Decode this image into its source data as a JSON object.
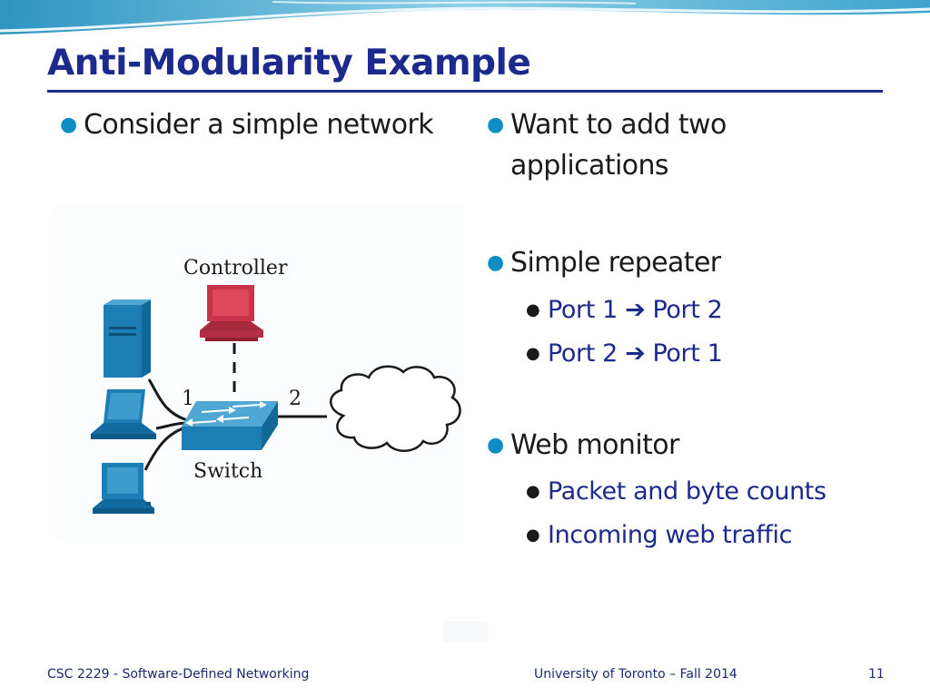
{
  "slide": {
    "title": "Anti-Modularity Example"
  },
  "left_column": {
    "bullet": "Consider a simple network"
  },
  "diagram": {
    "controller_label": "Controller",
    "switch_label": "Switch",
    "port1_label": "1",
    "port2_label": "2",
    "host_icons": [
      "server-icon",
      "laptop-icon",
      "desktop-icon"
    ],
    "colors": {
      "device_blue": "#1b7fb5",
      "controller_red": "#c8344a"
    }
  },
  "right_column": {
    "intro": {
      "line1": "Want to add two",
      "line2": "applications"
    },
    "app1": {
      "label": "Simple repeater",
      "rules": [
        {
          "from": "Port 1",
          "arrow": "➔",
          "to": "Port 2"
        },
        {
          "from": "Port 2",
          "arrow": "➔",
          "to": "Port 1"
        }
      ]
    },
    "app2": {
      "label": "Web monitor",
      "items": [
        "Packet and byte counts",
        "Incoming web traffic"
      ]
    }
  },
  "footer": {
    "course": "CSC 2229 - Software-Defined Networking",
    "institution": "University of Toronto – Fall 2014",
    "page_number": "11"
  },
  "theme": {
    "title_color": "#1b2a8c",
    "bullet_color": "#0e8cc4"
  }
}
